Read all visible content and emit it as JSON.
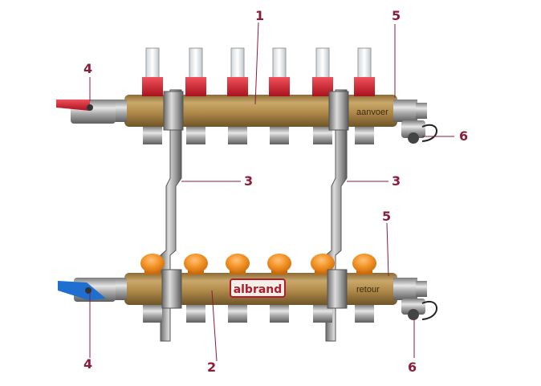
{
  "image": {
    "subject": "underfloor-heating-manifold",
    "callouts": {
      "c1": "1",
      "c2": "2",
      "c3a": "3",
      "c3b": "3",
      "c4a": "4",
      "c4b": "4",
      "c5a": "5",
      "c5b": "5",
      "c6a": "6",
      "c6b": "6"
    },
    "labels": {
      "supply": "aanvoer",
      "return": "retour",
      "brand": "albrand"
    },
    "colors": {
      "callout": "#8b1c3a",
      "brass": "#b08a4a",
      "flowmeter_cap": "#d6232f",
      "return_cap": "#f39325",
      "supply_valve_handle": "#d6232f",
      "return_valve_handle": "#1f6fd1"
    }
  }
}
